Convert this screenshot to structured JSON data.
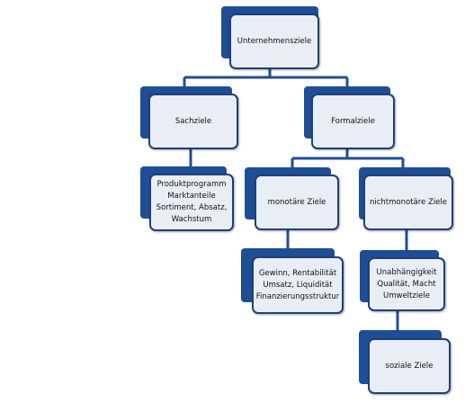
{
  "diagram": {
    "root": {
      "label": "Unternehmensziele"
    },
    "sachziele": {
      "label": "Sachziele",
      "detail": [
        "Produktprogramm",
        "Marktanteile",
        "Sortiment, Absatz,",
        "Wachstum"
      ]
    },
    "formalziele": {
      "label": "Formalziele"
    },
    "monetaer": {
      "label": "monotäre Ziele",
      "detail": [
        "Gewinn, Rentabilität",
        "Umsatz, Liquidität",
        "Finanzierungsstruktur"
      ]
    },
    "nichtmonetaer": {
      "label": "nichtmonotäre Ziele",
      "detail": [
        "Unabhängigkeit",
        "Qualität, Macht",
        "Umweltziele"
      ],
      "sozial": "soziale Ziele"
    },
    "colors": {
      "accent": "#1f4e94",
      "box_fill": "#e9eef6",
      "box_border": "#1f3f7a",
      "connector": "#1f4e94"
    }
  }
}
